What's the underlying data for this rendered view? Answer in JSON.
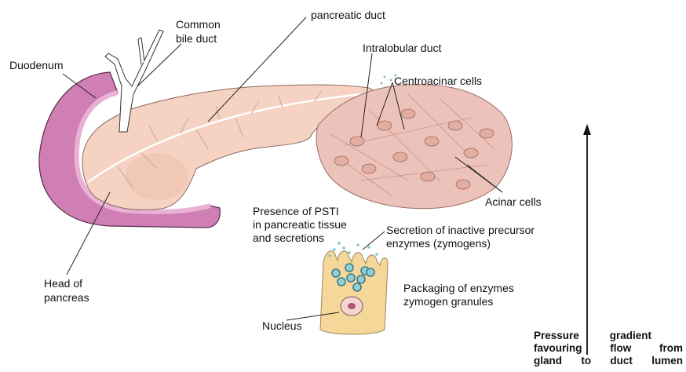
{
  "labels": {
    "common_bile_duct_1": "Common",
    "common_bile_duct_2": "bile duct",
    "pancreatic_duct": "pancreatic duct",
    "duodenum": "Duodenum",
    "intralobular_duct": "Intralobular duct",
    "centroacinar_cells": "Centroacinar cells",
    "acinar_cells": "Acinar cells",
    "head_of_pancreas_1": "Head of",
    "head_of_pancreas_2": "pancreas",
    "psti_1": "Presence of PSTI",
    "psti_2": "in pancreatic tissue",
    "psti_3": "and secretions",
    "secretion_1": "Secretion of inactive precursor",
    "secretion_2": "enzymes (zymogens)",
    "packaging_1": "Packaging of enzymes",
    "packaging_2": "zymogen granules",
    "nucleus": "Nucleus"
  },
  "pressure_note": {
    "line1": [
      "Pressure",
      "gradient"
    ],
    "line2": [
      "favouring",
      "flow",
      "from"
    ],
    "line3": [
      "gland",
      "to",
      "duct",
      "lumen"
    ]
  },
  "colors": {
    "duodenum": "#cf7fb4",
    "pancreas": "#f6d2c2",
    "acinar": "#ecc3ba",
    "cell": "#f6d79a",
    "granule": "#8fd0d4"
  }
}
